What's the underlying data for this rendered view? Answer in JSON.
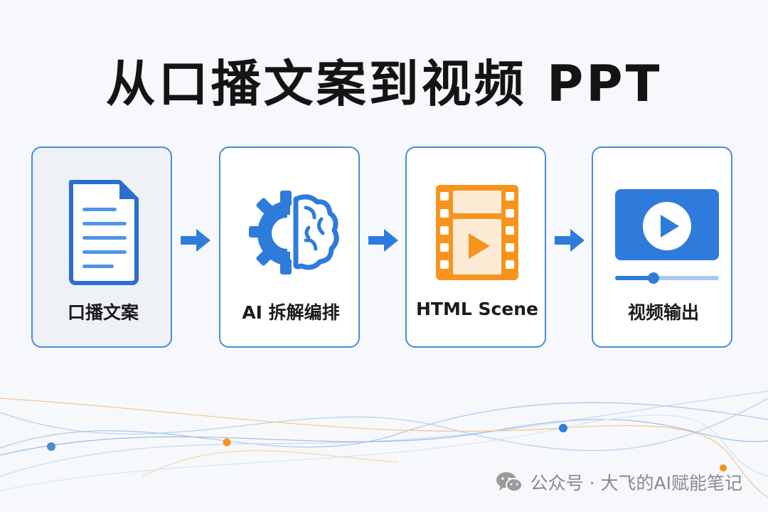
{
  "title": "从口播文案到视频 PPT",
  "steps": [
    {
      "label": "口播文案",
      "icon": "document-icon"
    },
    {
      "label": "AI 拆解编排",
      "icon": "gear-brain-icon"
    },
    {
      "label": "HTML Scene",
      "icon": "film-play-icon"
    },
    {
      "label": "视频输出",
      "icon": "video-player-icon"
    }
  ],
  "footer": {
    "text": "公众号 · 大飞的AI赋能笔记",
    "icon": "wechat-icon"
  },
  "colors": {
    "blue": "#2f7bdc",
    "orange": "#f7941d",
    "border": "#4a8bdc"
  }
}
